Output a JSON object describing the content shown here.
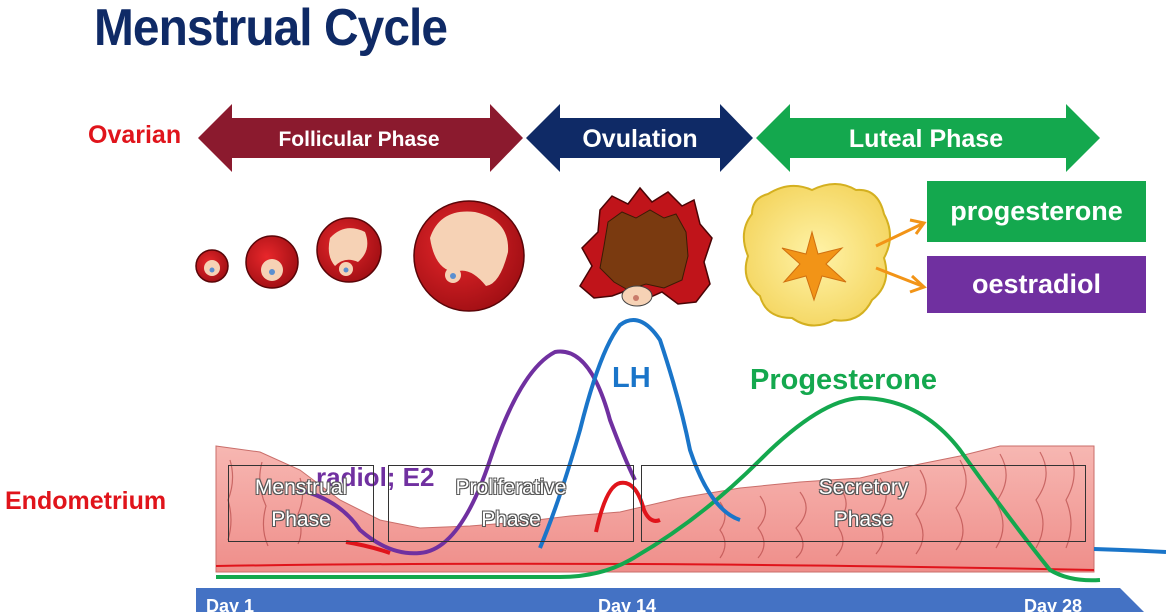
{
  "title": "Menstrual Cycle",
  "labels": {
    "ovarian": "Ovarian",
    "endometrium": "Endometrium"
  },
  "ovarian_phases": [
    {
      "label": "Follicular Phase",
      "color": "#8b1a2e"
    },
    {
      "label": "Ovulation",
      "color": "#0f2a66"
    },
    {
      "label": "Luteal Phase",
      "color": "#14a84e"
    }
  ],
  "hormone_boxes": {
    "progesterone": "progesterone",
    "oestradiol": "oestradiol"
  },
  "curve_labels": {
    "lh": "LH",
    "progesterone": "Progesterone",
    "oestradiol_partial": "radiol; E2"
  },
  "endometrium_phases": [
    {
      "label": "Menstrual\nPhase"
    },
    {
      "label": "Proliferative\nPhase"
    },
    {
      "label": "Secretory\nPhase"
    }
  ],
  "timeline": {
    "day1": "Day 1",
    "day14": "Day 14",
    "day28": "Day 28"
  },
  "colors": {
    "title": "#0f2a66",
    "label_red": "#e0141b",
    "lh": "#1a75c9",
    "oestradiol": "#7030a0",
    "progesterone": "#14a84e",
    "timeline": "#4472c4",
    "endometrium": "#f4a3a0"
  }
}
